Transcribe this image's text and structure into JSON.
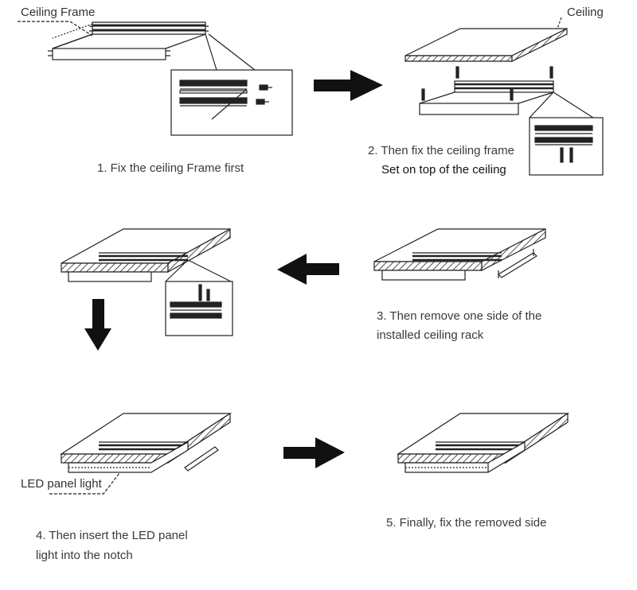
{
  "labels": {
    "ceiling_frame": "Ceiling Frame",
    "ceiling": "Ceiling",
    "led_panel_light": "LED panel light"
  },
  "steps": [
    {
      "line1": "1. Fix the ceiling Frame first",
      "line2": ""
    },
    {
      "line1": "2. Then fix the ceiling frame",
      "line2": "Set on top of the ceiling"
    },
    {
      "line1": "3. Then remove one side of the",
      "line2": "installed ceiling rack"
    },
    {
      "line1": "4. Then insert the LED panel",
      "line2": "light into the notch"
    },
    {
      "line1": "5. Finally, fix the removed side",
      "line2": ""
    }
  ],
  "colors": {
    "ink": "#111111",
    "text": "#333333",
    "background": "#ffffff"
  }
}
